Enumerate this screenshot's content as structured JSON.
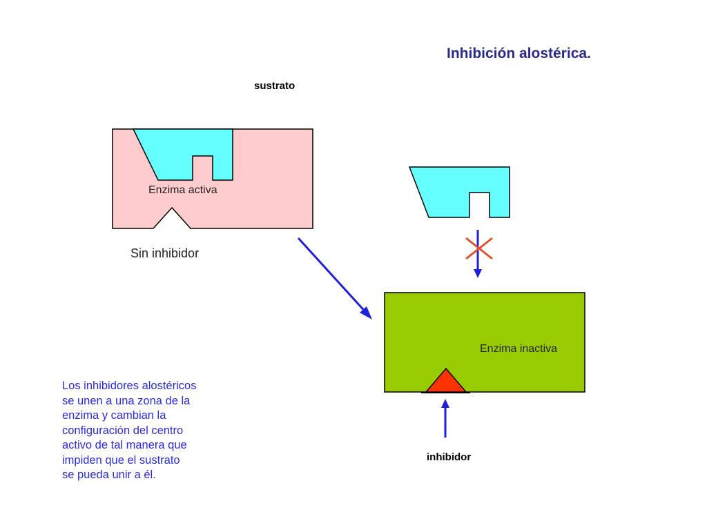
{
  "title": "Inhibición alostérica.",
  "labels": {
    "sustrato": "sustrato",
    "enzima_activa": "Enzima activa",
    "sin_inhibidor": "Sin inhibidor",
    "enzima_inactiva": "Enzima inactiva",
    "inhibidor": "inhibidor"
  },
  "description_lines": [
    "Los inhibidores alostéricos",
    "se unen a una zona de la",
    "enzima y cambian la",
    "configuración del centro",
    "activo de tal manera  que",
    "impiden que el sustrato",
    "se pueda unir a él."
  ],
  "colors": {
    "enzyme_active": "#fecccc",
    "substrate": "#66ffff",
    "enzyme_inactive": "#99cc00",
    "inhibitor": "#ff3300",
    "arrow": "#1f1fe0",
    "cross": "#e0522a",
    "title": "#2a2a8e",
    "description": "#2a2ae0"
  }
}
